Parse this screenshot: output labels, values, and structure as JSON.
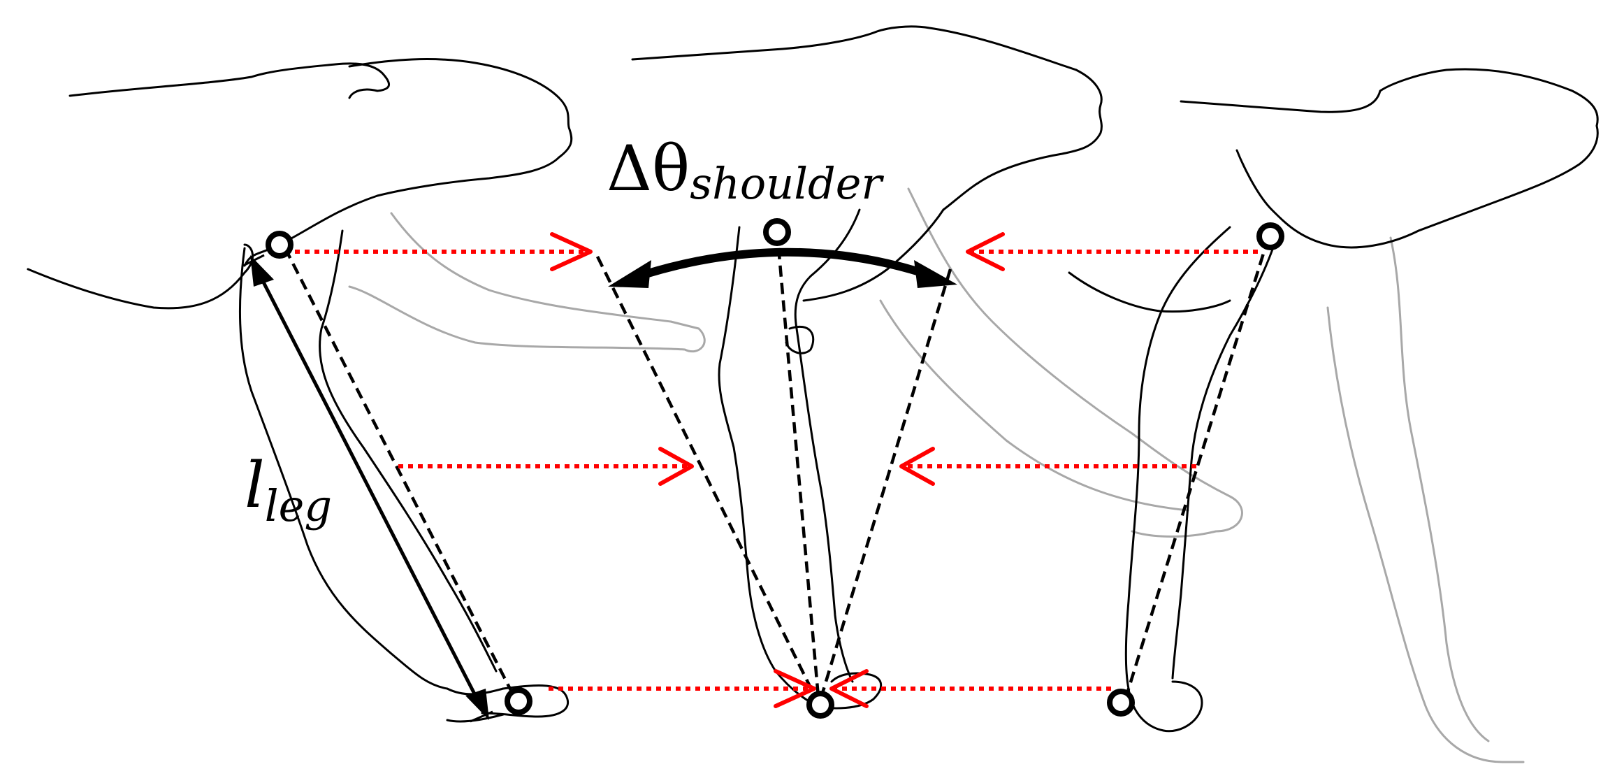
{
  "labels": {
    "shoulder_angle": {
      "main": "Δθ",
      "subscript": "shoulder"
    },
    "leg_length": {
      "main": "l",
      "subscript": "leg"
    }
  },
  "colors": {
    "outline": "#000000",
    "faded_outline": "#a8a8a8",
    "reference_line": "#ff0000",
    "background": "#ffffff"
  }
}
